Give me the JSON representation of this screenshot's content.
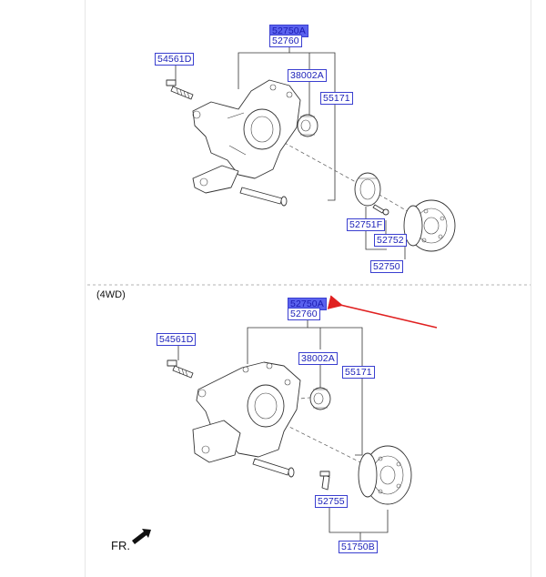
{
  "top_section": {
    "labels": {
      "knuckle_highlight": "52750A",
      "knuckle": "52760",
      "bolt": "54561D",
      "bushing": "38002A",
      "bracket": "55171",
      "hub_cap": "52751F",
      "hub_bolt": "52752",
      "hub_assembly": "52750"
    }
  },
  "bottom_section": {
    "title": "(4WD)",
    "labels": {
      "knuckle_highlight": "52750A",
      "knuckle": "52760",
      "bolt": "54561D",
      "bushing": "38002A",
      "bracket": "55171",
      "hub_bolt": "52755",
      "hub_assembly": "51750B"
    }
  },
  "direction_marker": "FR.",
  "colors": {
    "label_text": "#1a1fb8",
    "label_border": "#3a3fd0",
    "highlight_fill": "#5a62ee",
    "annotation_arrow": "#e02020"
  }
}
